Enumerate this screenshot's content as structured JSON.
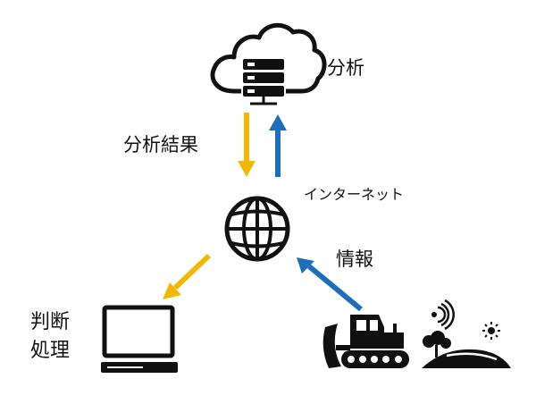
{
  "labels": {
    "analysis": "分析",
    "analysis_result": "分析結果",
    "internet": "インターネット",
    "information": "情報",
    "judgment_line1": "判断",
    "judgment_line2": "処理"
  },
  "icons": {
    "cloud_server": "cloud-server-icon",
    "globe": "globe-icon",
    "computer": "computer-monitor-icon",
    "bulldozer": "bulldozer-icon",
    "signal": "wireless-signal-icon",
    "field": "field-landscape-icon",
    "sun": "sun-icon"
  },
  "colors": {
    "arrow_yellow": "#F2B705",
    "arrow_blue": "#1E6FB8",
    "icon_black": "#111111"
  }
}
